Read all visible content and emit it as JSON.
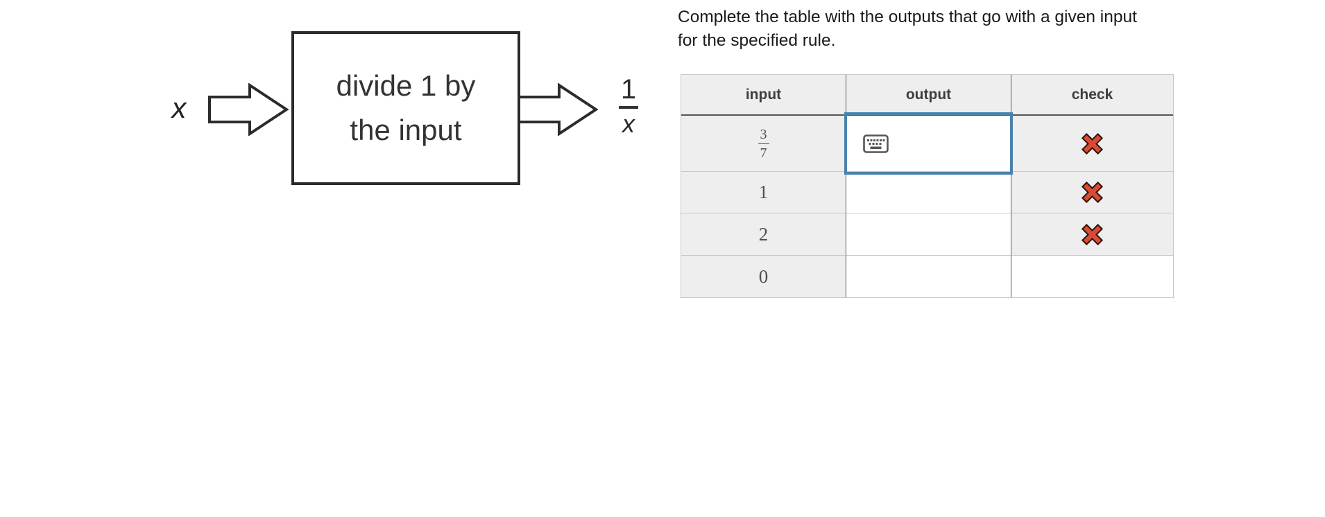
{
  "instructions": "Complete the table with the outputs that go with a given input for the specified rule.",
  "diagram": {
    "input_label": "x",
    "rule_text": "divide 1 by the input",
    "rule_line1": "divide 1 by",
    "rule_line2": "the input",
    "output_fraction": {
      "numerator": "1",
      "denominator": "x"
    }
  },
  "table": {
    "headers": [
      "input",
      "output",
      "check"
    ],
    "rows": [
      {
        "input": "3/7",
        "input_numerator": "3",
        "input_denominator": "7",
        "output": "",
        "output_focused": true,
        "check": "incorrect"
      },
      {
        "input": "1",
        "output": "",
        "output_focused": false,
        "check": "incorrect"
      },
      {
        "input": "2",
        "output": "",
        "output_focused": false,
        "check": "incorrect"
      },
      {
        "input": "0",
        "output": "",
        "output_focused": false,
        "check": "none"
      }
    ]
  },
  "icons": {
    "keyboard": "keyboard-icon",
    "incorrect": "red-x-icon"
  },
  "colors": {
    "accent_blue": "#4a82ad",
    "incorrect_red": "#dd4a33",
    "cell_gray": "#eeeeee",
    "divider_dark": "#565656",
    "border_light": "#c8c8c8"
  }
}
